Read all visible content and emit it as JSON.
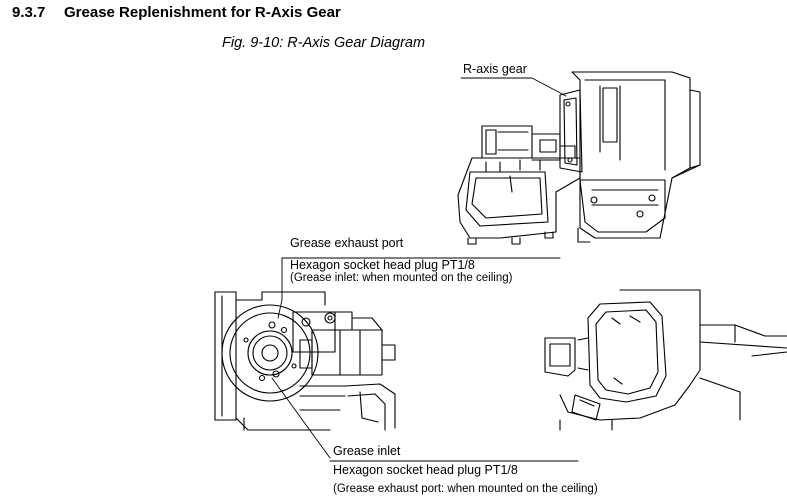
{
  "section": {
    "number": "9.3.7",
    "title": "Grease Replenishment for R-Axis Gear"
  },
  "figure": {
    "caption": "Fig. 9-10: R-Axis Gear Diagram"
  },
  "callouts": {
    "r_axis_gear": "R-axis gear",
    "grease_exhaust_port": "Grease exhaust port",
    "plug_top": "Hexagon socket head plug PT1/8",
    "plug_top_note": "(Grease inlet: when mounted on the ceiling)",
    "grease_inlet": "Grease inlet",
    "plug_bottom": "Hexagon socket head plug PT1/8",
    "plug_bottom_note": "(Grease exhaust port: when mounted on the ceiling)"
  }
}
